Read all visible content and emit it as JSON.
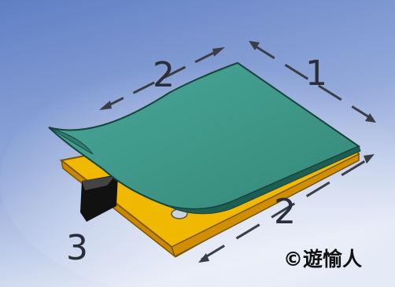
{
  "diagram": {
    "labels": {
      "top_left_length": "2",
      "top_right_width": "1",
      "bottom_length": "2",
      "corner_step": "3"
    },
    "copyright": "©遊愉人",
    "colors": {
      "background_top": "#5f7fc4",
      "background_bottom": "#dfe6f5",
      "sheet": "#3f9a8a",
      "sheet_edge": "#17433b",
      "board": "#f0b800",
      "board_edge": "#7a5400",
      "arrow": "#3b3d46"
    },
    "icons": [
      "double-headed-arrow",
      "curled-sheet",
      "yellow-board",
      "black-clip"
    ]
  }
}
